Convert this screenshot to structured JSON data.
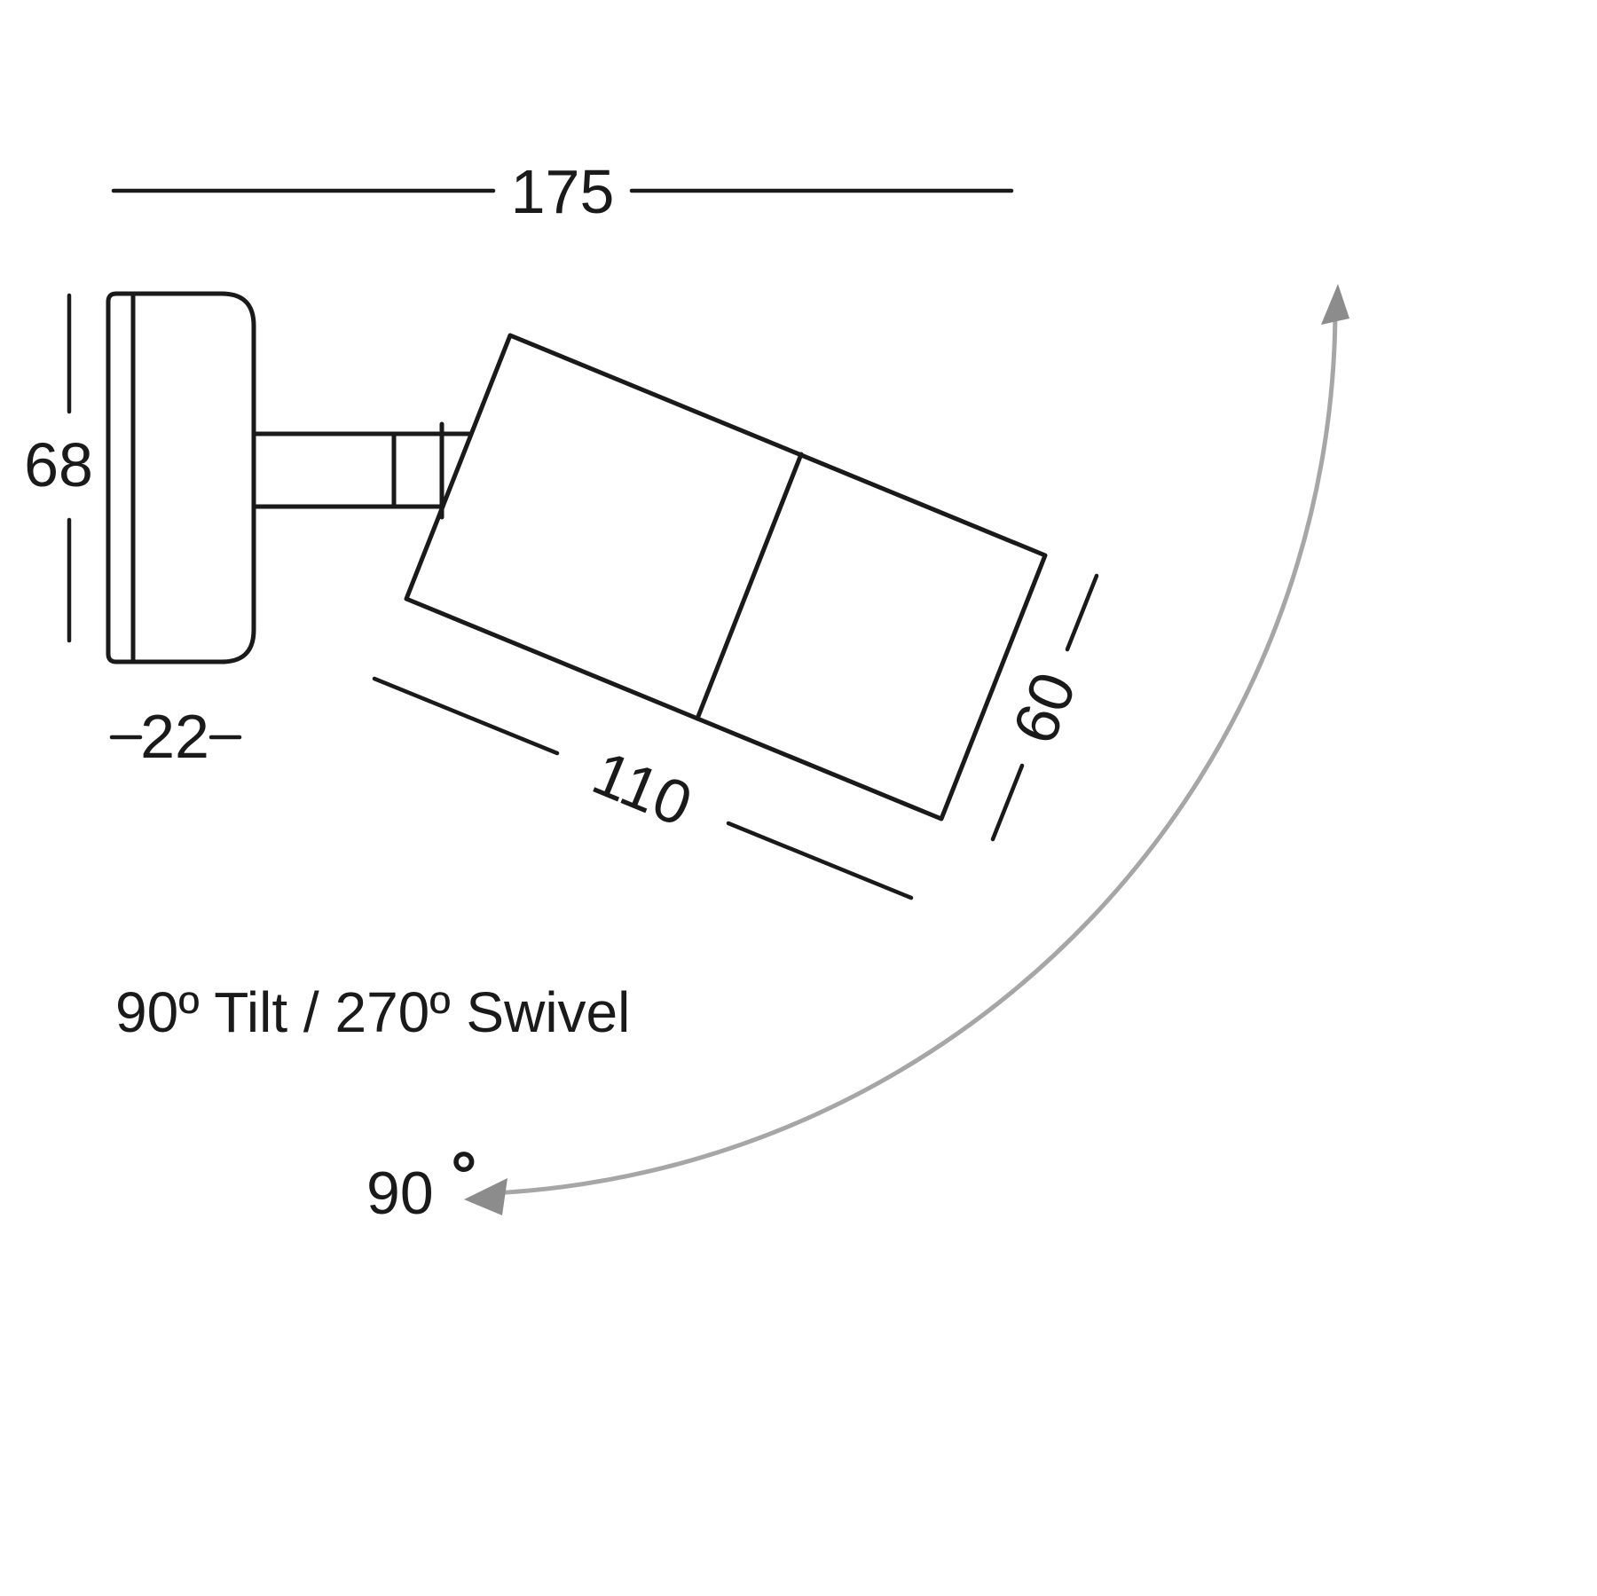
{
  "labels": {
    "overall_width": "175",
    "plate_height": "68",
    "plate_depth": "22",
    "body_length": "110",
    "body_diameter": "60",
    "caption": "90º Tilt / 270º Swivel",
    "swing_value": "90",
    "swing_degree": "°"
  },
  "colors": {
    "line": "#1a1a1a",
    "text": "#1a1a1a",
    "arc": "#a6a6a6",
    "arrow": "#8c8c8c"
  }
}
